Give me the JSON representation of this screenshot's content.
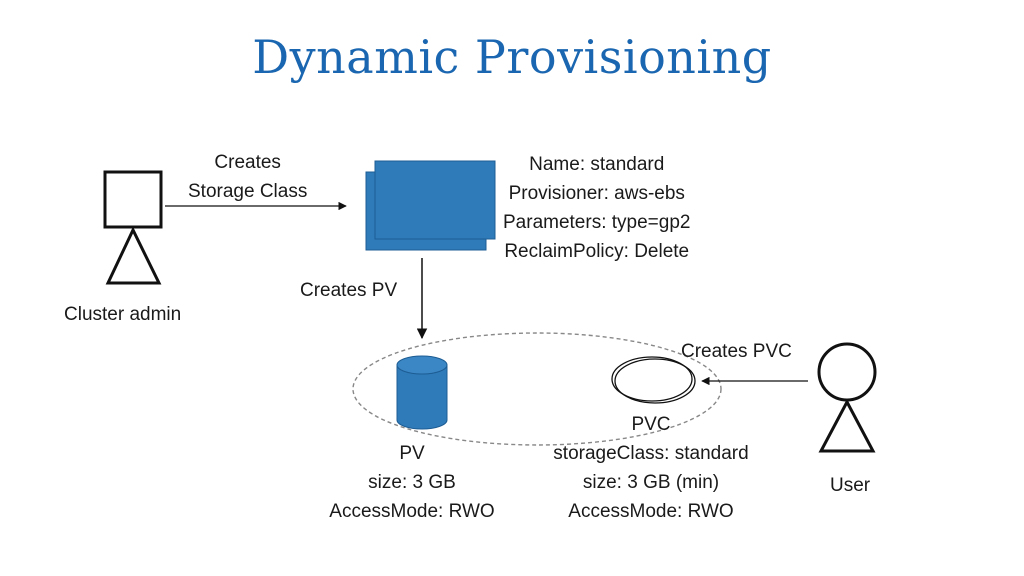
{
  "title": "Dynamic Provisioning",
  "colors": {
    "title": "#1a66b0",
    "storage_fill": "#2f7ab8",
    "storage_stroke": "#1d5d94",
    "line": "#111111",
    "claim_ring": "#888888"
  },
  "cluster_admin": {
    "label": "Cluster admin",
    "icon": "person-icon"
  },
  "user": {
    "label": "User",
    "icon": "person-icon"
  },
  "edges": {
    "creates_storage_class": [
      "Creates",
      "Storage Class"
    ],
    "creates_pv": "Creates PV",
    "creates_pvc": "Creates PVC"
  },
  "storage_class": {
    "icon": "storage-class-icon",
    "lines": [
      "Name: standard",
      "Provisioner: aws-ebs",
      "Parameters: type=gp2",
      "ReclaimPolicy: Delete"
    ]
  },
  "pv": {
    "icon": "cylinder-icon",
    "lines": [
      "PV",
      "size: 3 GB",
      "AccessMode: RWO"
    ]
  },
  "pvc": {
    "icon": "pvc-ring-icon",
    "lines": [
      "PVC",
      "storageClass: standard",
      "size: 3 GB (min)",
      "AccessMode: RWO"
    ]
  }
}
